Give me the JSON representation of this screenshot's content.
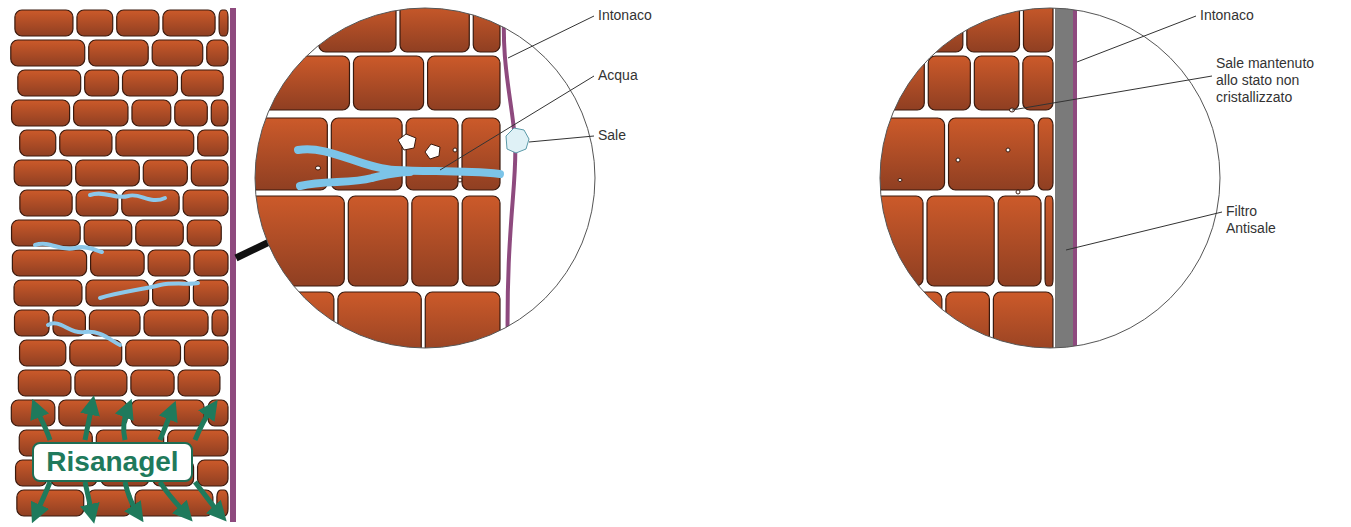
{
  "diagram": {
    "nodes": [
      {
        "text": [
          "Risanagel"
        ]
      }
    ],
    "labels": [
      "Intonaco",
      "Acqua",
      "Sale",
      "Intonaco",
      "Sale mantenuto allo stato non cristallizzato",
      "Filtro Antisale"
    ]
  }
}
